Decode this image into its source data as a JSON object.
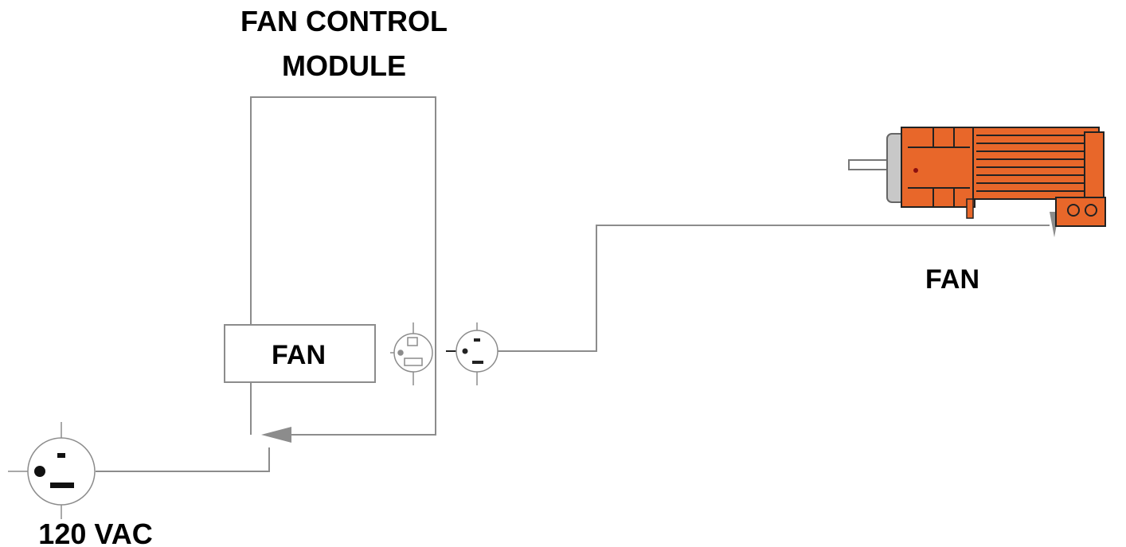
{
  "module": {
    "title_line1": "FAN CONTROL",
    "title_line2": "MODULE",
    "inner_box_label": "FAN"
  },
  "power_source": {
    "label": "120 VAC"
  },
  "fan": {
    "label": "FAN"
  },
  "colors": {
    "line": "#8c8c8c",
    "fan_body": "#e8672a",
    "fan_dark": "#222222",
    "text": "#000000"
  }
}
